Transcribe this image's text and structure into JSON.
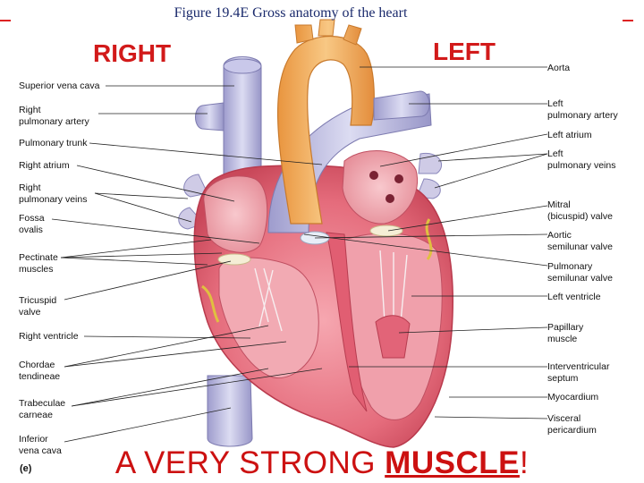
{
  "figure_title": "Figure 19.4E  Gross anatomy of the heart",
  "side_labels": {
    "right": "RIGHT",
    "left": "LEFT"
  },
  "left_labels": [
    "Superior vena cava",
    "Right\npulmonary artery",
    "Pulmonary trunk",
    "Right atrium",
    "Right\npulmonary veins",
    "Fossa\novalis",
    "Pectinate\nmuscles",
    "Tricuspid\nvalve",
    "Right ventricle",
    "Chordae\ntendineae",
    "Trabeculae\ncarneae",
    "Inferior\nvena cava"
  ],
  "right_labels": [
    "Aorta",
    "Left\npulmonary artery",
    "Left atrium",
    "Left\npulmonary veins",
    "Mitral\n(bicuspid) valve",
    "Aortic\nsemilunar valve",
    "Pulmonary\nsemilunar valve",
    "Left ventricle",
    "Papillary\nmuscle",
    "Interventricular\nseptum",
    "Myocardium",
    "Visceral\npericardium"
  ],
  "figure_letter": "(e)",
  "tagline": {
    "prefix": "A VERY STRONG ",
    "emphasis": "MUSCLE",
    "suffix": "!"
  },
  "colors": {
    "title": "#1a2a6c",
    "accent_red": "#cc1111",
    "muscle": "#e46a78",
    "vessel_blue": "#b9b8de",
    "aorta": "#f3b66a"
  }
}
